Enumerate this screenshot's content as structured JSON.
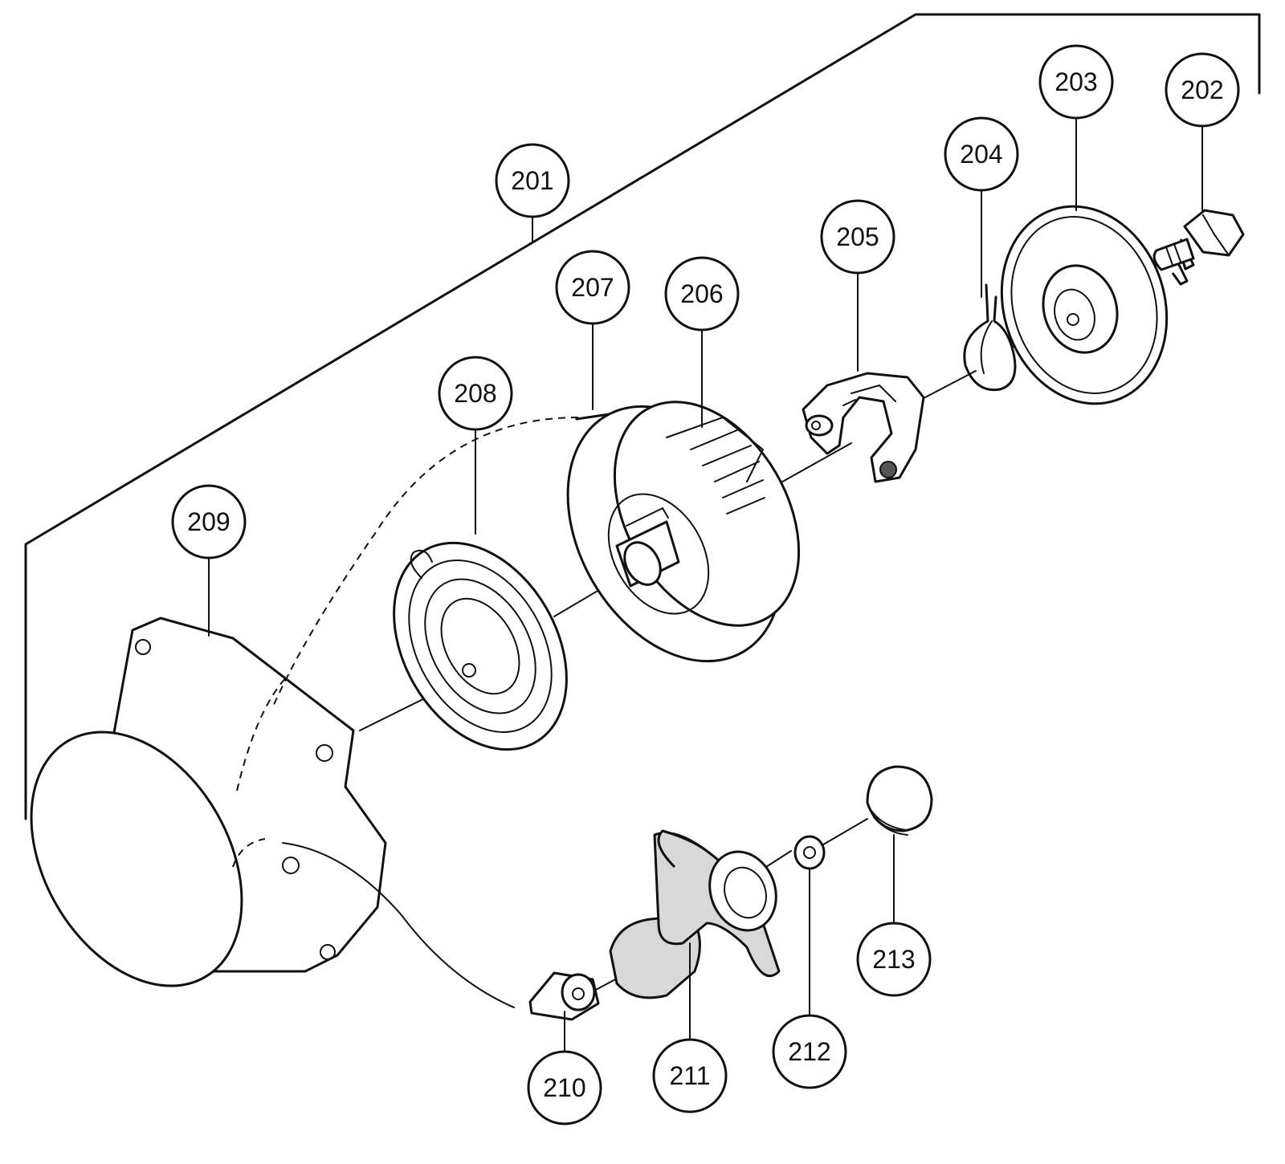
{
  "callouts": {
    "c201": "201",
    "c202": "202",
    "c203": "203",
    "c204": "204",
    "c205": "205",
    "c206": "206",
    "c207": "207",
    "c208": "208",
    "c209": "209",
    "c210": "210",
    "c211": "211",
    "c212": "212",
    "c213": "213"
  }
}
